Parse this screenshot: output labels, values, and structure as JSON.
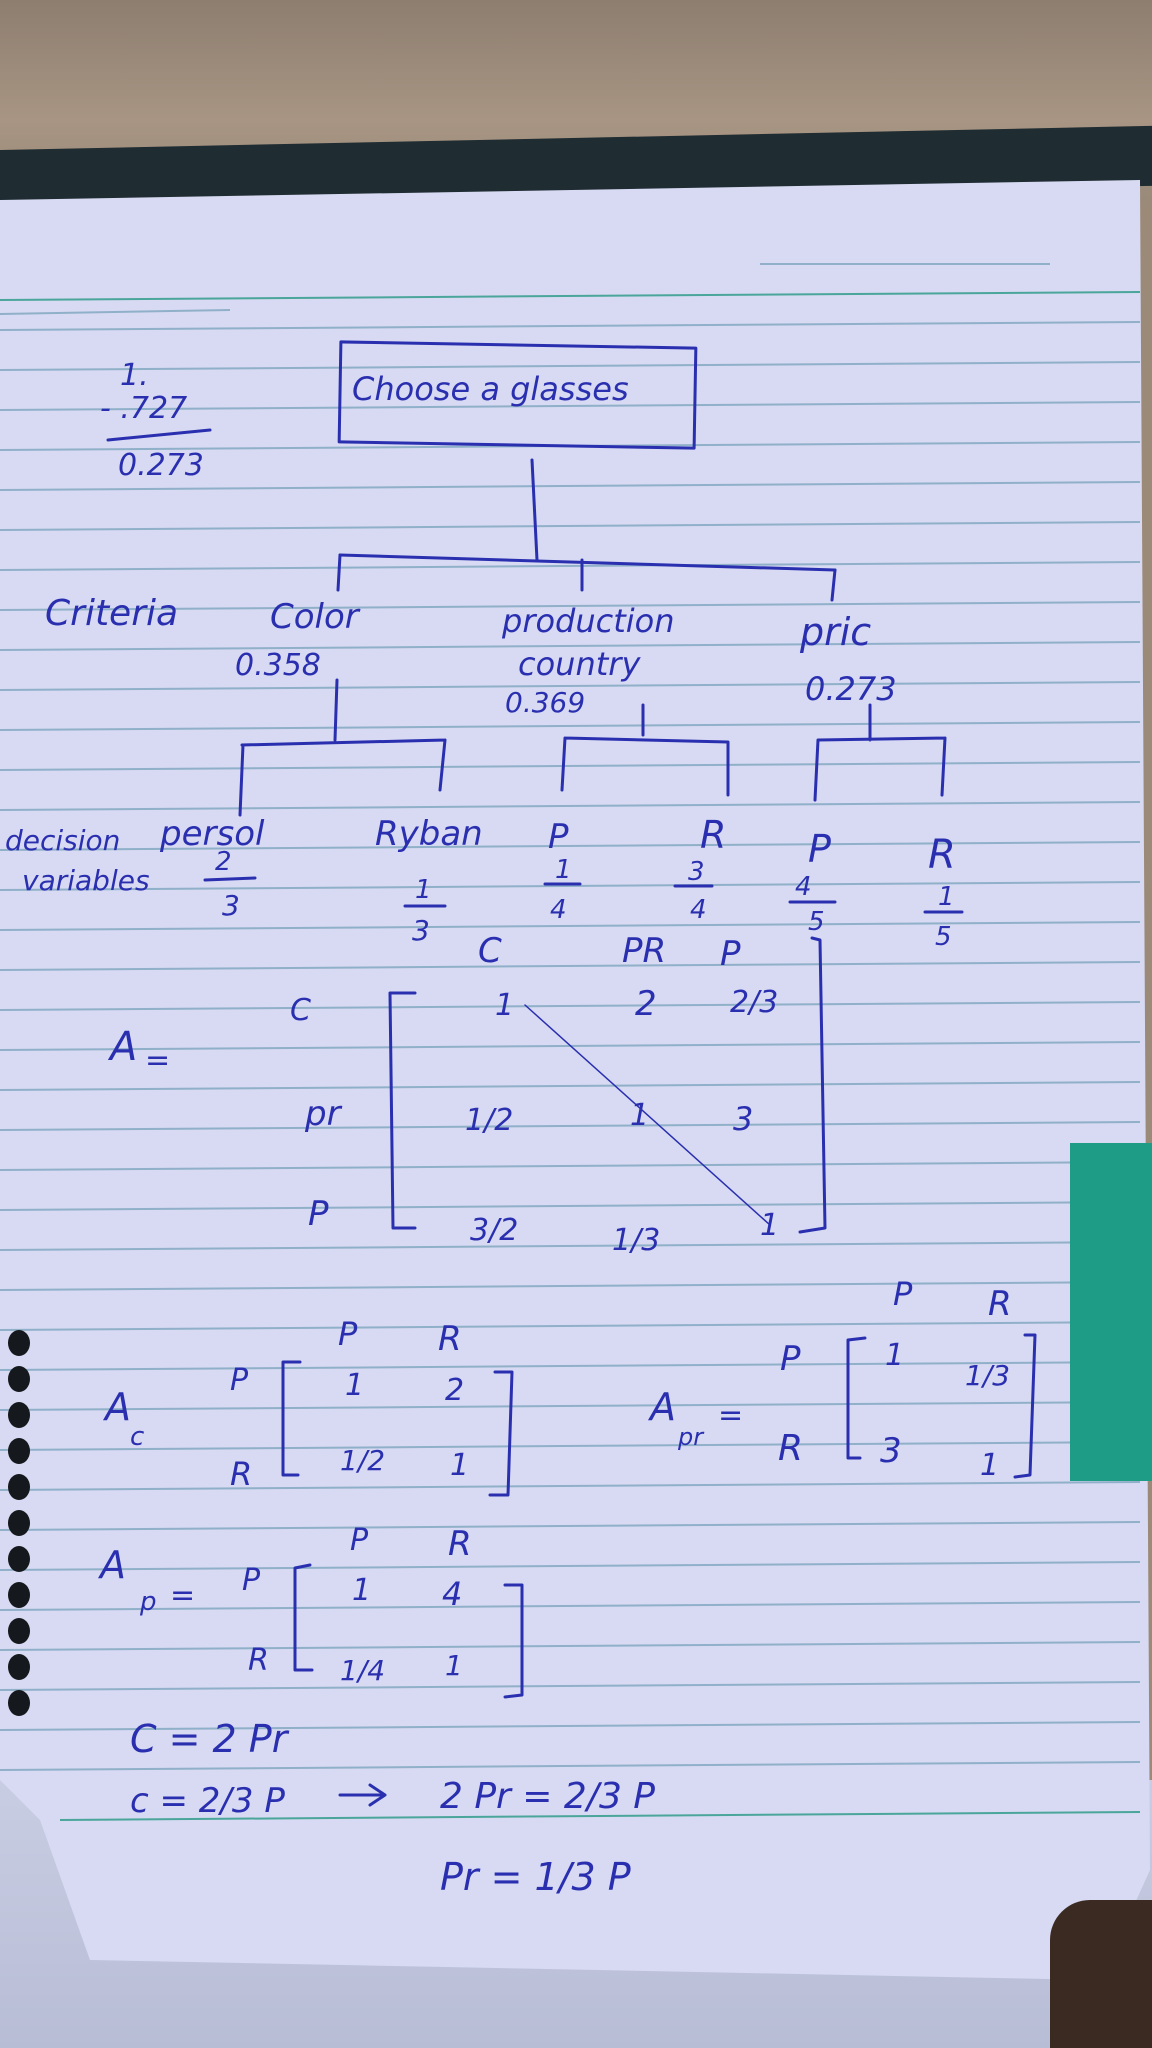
{
  "header_calc": {
    "line1": "1.",
    "line2": "- .727",
    "result": "0.273"
  },
  "goal": "Choose a glasses",
  "criteria_label": "Criteria",
  "criteria": [
    {
      "name": "Color",
      "weight": "0.358"
    },
    {
      "name": "production country",
      "name_line1": "production",
      "name_line2": "country",
      "weight": "0.369"
    },
    {
      "name": "pric",
      "weight": "0.273"
    }
  ],
  "decision_label_line1": "decision",
  "decision_label_line2": "variables",
  "alternatives": [
    {
      "name": "persol",
      "num": "2",
      "den": "3"
    },
    {
      "name": "Ryban",
      "num": "1",
      "den": "3"
    },
    {
      "name": "P",
      "num": "1",
      "den": "4"
    },
    {
      "name": "R",
      "num": "3",
      "den": "4"
    },
    {
      "name": "P",
      "num": "4",
      "den": "5"
    },
    {
      "name": "R",
      "num": "1",
      "den": "5"
    }
  ],
  "matrix_A": {
    "label": "A",
    "cols": [
      "C",
      "PR",
      "P"
    ],
    "rows": [
      "C",
      "pr",
      "P"
    ],
    "cells": [
      [
        "1",
        "2",
        "2/3"
      ],
      [
        "1/2",
        "1",
        "3"
      ],
      [
        "3/2",
        "1/3",
        "1"
      ]
    ]
  },
  "matrix_Ac": {
    "label": "A",
    "sub": "c",
    "cols": [
      "P",
      "R"
    ],
    "rows": [
      "P",
      "R"
    ],
    "cells": [
      [
        "1",
        "2"
      ],
      [
        "1/2",
        "1"
      ]
    ]
  },
  "matrix_Apr": {
    "label": "A",
    "sub": "pr",
    "cols": [
      "P",
      "R"
    ],
    "rows": [
      "P",
      "R"
    ],
    "cells": [
      [
        "1",
        "1/3"
      ],
      [
        "3",
        "1"
      ]
    ]
  },
  "matrix_Ap": {
    "label": "A",
    "sub": "p",
    "cols": [
      "P",
      "R"
    ],
    "rows": [
      "P",
      "R"
    ],
    "cells": [
      [
        "1",
        "4"
      ],
      [
        "1/4",
        "1"
      ]
    ]
  },
  "equations": [
    "C = 2 Pr",
    "c = 2/3 P",
    "2 Pr = 2/3 P",
    "Pr = 1/3 P"
  ],
  "colors": {
    "ink": "#2a2fb0",
    "paper": "#d7daf2",
    "rule": "#8fb0c8",
    "tab": "#1f9c86"
  }
}
